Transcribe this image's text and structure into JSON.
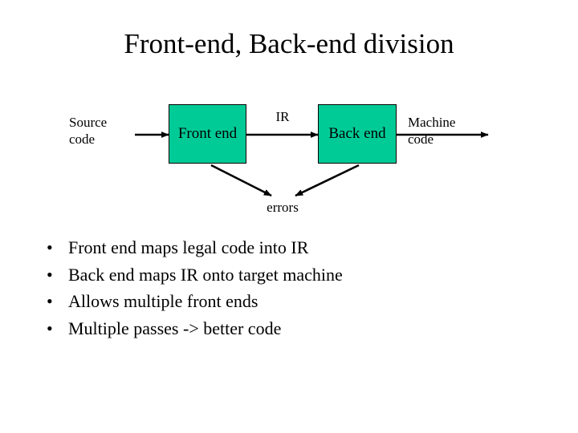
{
  "slide": {
    "title": "Front-end, Back-end division",
    "background_color": "#ffffff",
    "text_color": "#000000"
  },
  "diagram": {
    "accent_color": "#00cb97",
    "border_color": "#000000",
    "boxes": [
      {
        "id": "front-end",
        "label": "Front end"
      },
      {
        "id": "back-end",
        "label": "Back end"
      }
    ],
    "labels": {
      "source_code": "Source",
      "source_code_line2": "code",
      "ir": "IR",
      "machine_code": "Machine",
      "machine_code_line2": "code",
      "errors": "errors"
    }
  },
  "bullets": [
    {
      "marker": "•",
      "text": "Front end maps legal code into IR"
    },
    {
      "marker": "•",
      "text": "Back end maps IR onto target machine"
    },
    {
      "marker": "•",
      "text": "Allows multiple front ends"
    },
    {
      "marker": "•",
      "text": "Multiple passes -> better code"
    }
  ]
}
